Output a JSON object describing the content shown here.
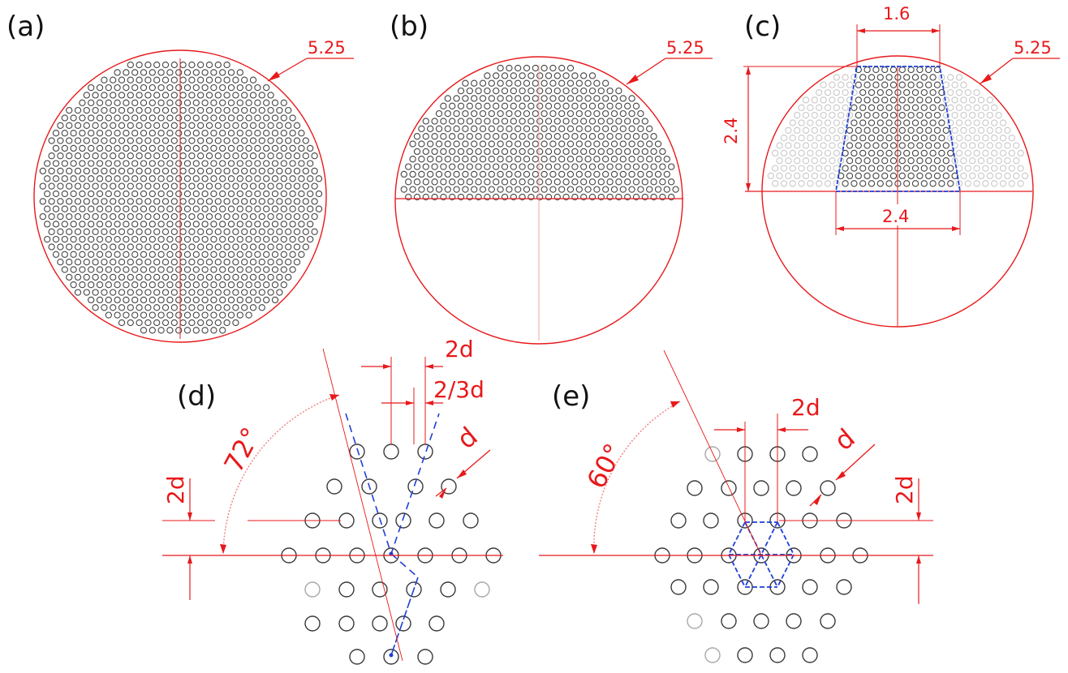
{
  "colors": {
    "dimension": "#e8191b",
    "construction": "#1f3fd6",
    "hole": "#444444"
  },
  "panels": {
    "a": {
      "label": "(a)",
      "diameter_label": "5.25"
    },
    "b": {
      "label": "(b)",
      "diameter_label": "5.25"
    },
    "c": {
      "label": "(c)",
      "diameter_label": "5.25",
      "top_width_label": "1.6",
      "height_label": "2.4",
      "bottom_width_label": "2.4"
    },
    "d": {
      "label": "(d)",
      "angle_label": "72°",
      "pitch_label": "2d",
      "offset_label": "2/3d",
      "diameter_label": "d",
      "row_label": "2d"
    },
    "e": {
      "label": "(e)",
      "angle_label": "60°",
      "pitch_label": "2d",
      "diameter_label": "d",
      "row_label": "2d"
    }
  }
}
